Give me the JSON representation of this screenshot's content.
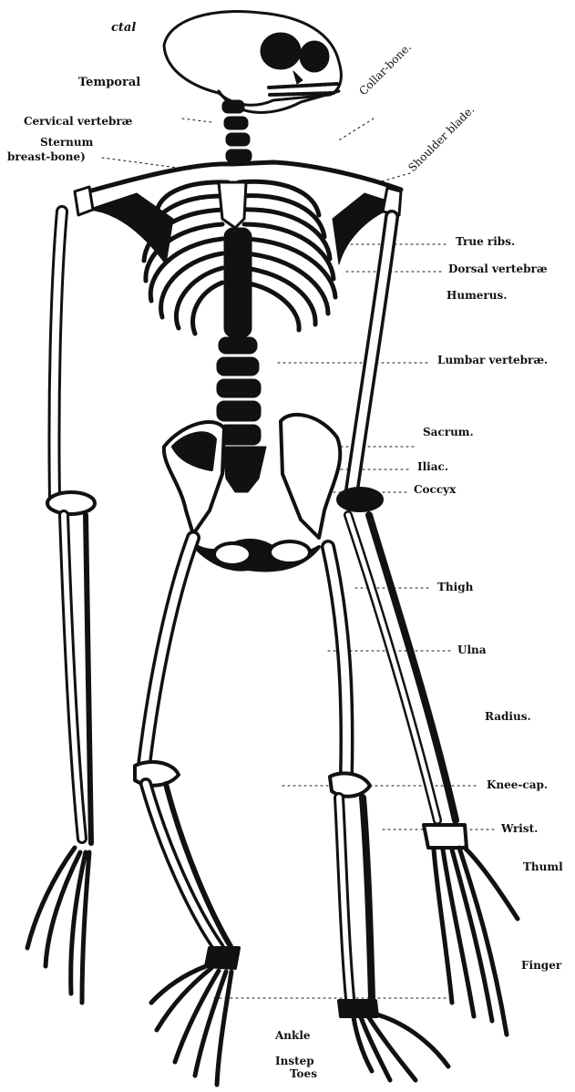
{
  "labels": {
    "frontal": "ctal",
    "temporal": "Temporal",
    "cervical": "Cervical vertebræ",
    "sternum": "Sternum",
    "breastbone": "breast-bone)",
    "collarbone": "Collar-bone.",
    "shoulderblade": "Shoulder blade.",
    "trueribs": "True ribs.",
    "dorsal": "Dorsal vertebræ",
    "humerus": "Humerus.",
    "lumbar": "Lumbar vertebræ.",
    "sacrum": "Sacrum.",
    "iliac": "Iliac.",
    "coccyx": "Coccyx",
    "thigh": "Thigh",
    "ulna": "Ulna",
    "radius": "Radius.",
    "kneecap": "Knee-cap.",
    "wrist": "Wrist.",
    "thumb": "Thuml",
    "finger": "Finger",
    "ankle": "Ankle",
    "instep": "Instep",
    "toes": "Toes"
  },
  "colors": {
    "ink": "#111111",
    "bone": "#ffffff",
    "paper": "#ffffff"
  }
}
